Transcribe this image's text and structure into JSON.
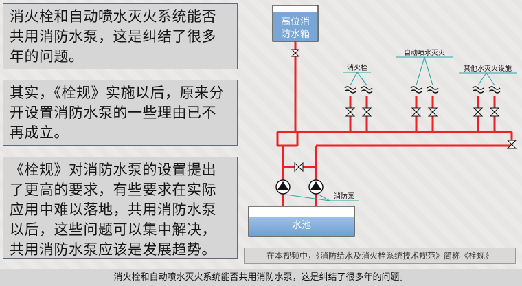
{
  "paragraphs": {
    "p1": "消火栓和自动喷水灭火系统能否共用消防水泵，这是纠结了很多年的问题。",
    "p2": "其实，《栓规》实施以后，原来分开设置消防水泵的一些理由已不再成立。",
    "p3": "《栓规》对消防水泵的设置提出了更高的要求，有些要求在实际应用中难以落地，共用消防水泵以后，这些问题可以集中解决，共用消防水泵应该是发展趋势。"
  },
  "diagram": {
    "tank_label_line1": "高位消",
    "tank_label_line2": "防水箱",
    "hydrant_label": "消火栓",
    "sprinkler_label": "自动喷水灭火",
    "other_label": "其他水灭火设施",
    "pump_label": "消防泵",
    "pool_label": "水池",
    "colors": {
      "pipe": "#ee2222",
      "tank_fill": "#7aa6d6",
      "pool_fill": "#8fb6e0",
      "leader": "#2aa8a8"
    }
  },
  "note": "在本视频中，《消防给水及消火栓系统技术规范》简称《栓规》",
  "subtitle": "消火栓和自动喷水灭火系统能否共用消防水泵，这是纠结了很多年的问题。"
}
